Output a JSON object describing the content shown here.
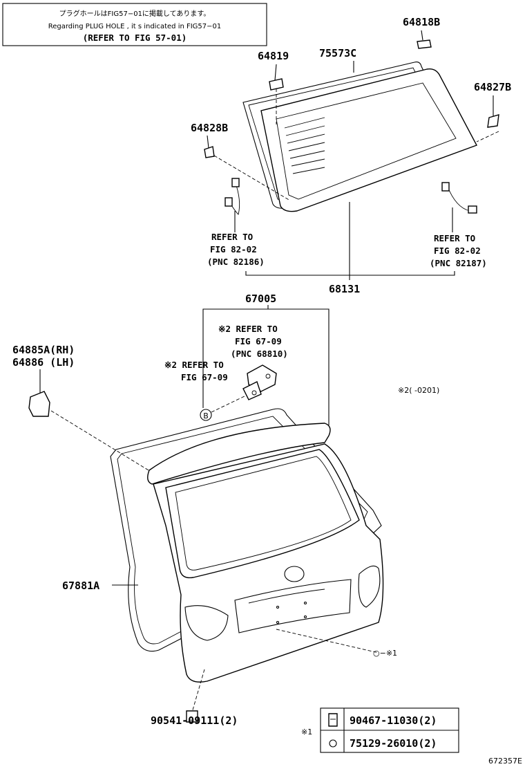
{
  "notice": {
    "line1": "プラグホールはFIG57−01に掲載してあります。",
    "line2": "Regarding PLUG HOLE , it s indicated in FIG57−01",
    "line3": "(REFER TO FIG 57-01)"
  },
  "parts": {
    "p64818B": "64818B",
    "p64819": "64819",
    "p75573C": "75573C",
    "p64827B": "64827B",
    "p64828B": "64828B",
    "p68131": "68131",
    "p67005": "67005",
    "p64885A": "64885A(RH)",
    "p64886": "64886  (LH)",
    "p67881A": "67881A",
    "p90541": "90541-09111(2)"
  },
  "refs": {
    "left": [
      "REFER TO",
      "FIG 82-02",
      "(PNC 82186)"
    ],
    "right": [
      "REFER TO",
      "FIG 82-02",
      "(PNC 82187)"
    ],
    "upper": [
      "※2 REFER TO",
      "FIG 67-09",
      "(PNC 68810)"
    ],
    "lower": [
      "※2 REFER TO",
      "FIG 67-09"
    ],
    "callout_b": "B"
  },
  "footnote2": "※2(      -0201)",
  "marker1": "○−※1",
  "legend": {
    "mark": "※1",
    "rows": [
      {
        "icon": "clip-icon",
        "code": "90467-11030(2)"
      },
      {
        "icon": "ring-icon",
        "code": "75129-26010(2)"
      }
    ]
  },
  "figure_id": "672357E"
}
